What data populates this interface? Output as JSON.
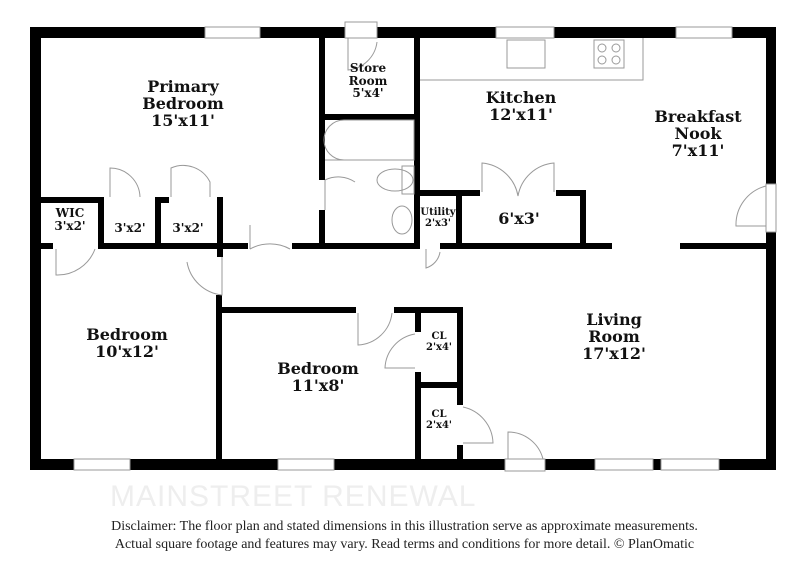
{
  "rooms": {
    "primary_bedroom": {
      "name_1": "Primary",
      "name_2": "Bedroom",
      "size": "15'x11'"
    },
    "store_room": {
      "name_1": "Store",
      "name_2": "Room",
      "size": "5'x4'"
    },
    "kitchen": {
      "name": "Kitchen",
      "size": "12'x11'"
    },
    "breakfast_nook": {
      "name_1": "Breakfast",
      "name_2": "Nook",
      "size": "7'x11'"
    },
    "wic": {
      "name": "WIC",
      "size": "3'x2'"
    },
    "closet_a": {
      "size": "3'x2'"
    },
    "closet_b": {
      "size": "3'x2'"
    },
    "utility": {
      "name": "Utility",
      "size": "2'x3'"
    },
    "pantry": {
      "size": "6'x3'"
    },
    "bedroom_left": {
      "name": "Bedroom",
      "size": "10'x12'"
    },
    "bedroom_middle": {
      "name": "Bedroom",
      "size": "11'x8'"
    },
    "closet_upper": {
      "name": "CL",
      "size": "2'x4'"
    },
    "closet_lower": {
      "name": "CL",
      "size": "2'x4'"
    },
    "living_room": {
      "name_1": "Living",
      "name_2": "Room",
      "size": "17'x12'"
    }
  },
  "footer": {
    "watermark": "MAINSTREET RENEWAL",
    "disclaimer_line_1": "Disclaimer: The floor plan and stated dimensions in this illustration serve as approximate measurements.",
    "disclaimer_line_2": "Actual square footage and features may vary. Read terms and conditions for more detail. © PlanOmatic"
  },
  "colors": {
    "wall": "#000000",
    "fixture": "#999999"
  }
}
